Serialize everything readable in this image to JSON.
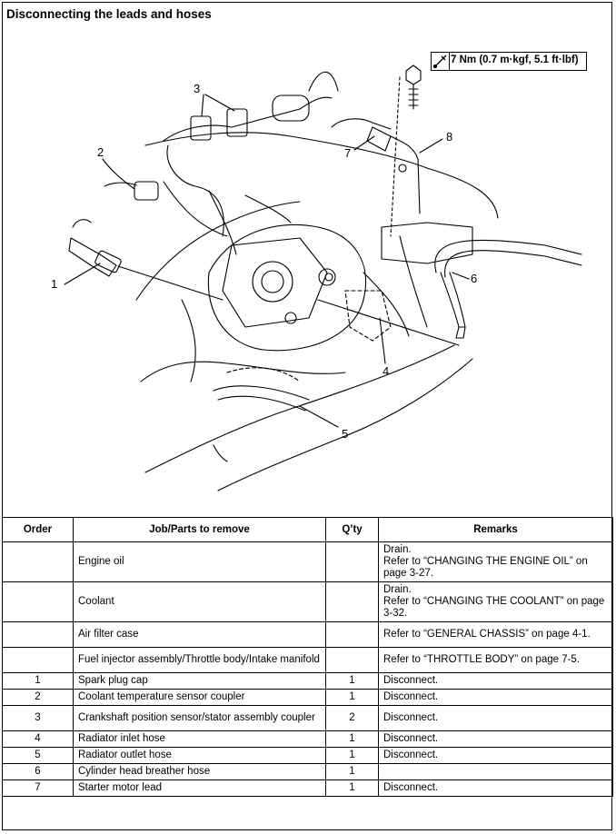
{
  "title": "Disconnecting the leads and hoses",
  "torque_spec": "7 Nm (0.7 m·kgf, 5.1 ft·lbf)",
  "callouts": [
    "1",
    "2",
    "3",
    "4",
    "5",
    "6",
    "7",
    "8"
  ],
  "table": {
    "headers": [
      "Order",
      "Job/Parts to remove",
      "Q’ty",
      "Remarks"
    ],
    "rows": [
      {
        "order": "",
        "part": "Engine oil",
        "qty": "",
        "remarks": "Drain.\nRefer to “CHANGING THE ENGINE OIL” on page 3-27."
      },
      {
        "order": "",
        "part": "Coolant",
        "qty": "",
        "remarks": "Drain.\nRefer to “CHANGING THE COOLANT” on page 3-32."
      },
      {
        "order": "",
        "part": "Air filter case",
        "qty": "",
        "remarks": "Refer to “GENERAL CHASSIS” on page 4-1."
      },
      {
        "order": "",
        "part": "Fuel injector assembly/Throttle body/Intake manifold",
        "qty": "",
        "remarks": "Refer to “THROTTLE BODY” on page 7-5."
      },
      {
        "order": "1",
        "part": "Spark plug cap",
        "qty": "1",
        "remarks": "Disconnect."
      },
      {
        "order": "2",
        "part": "Coolant temperature sensor coupler",
        "qty": "1",
        "remarks": "Disconnect."
      },
      {
        "order": "3",
        "part": "Crankshaft position sensor/stator assembly coupler",
        "qty": "2",
        "remarks": "Disconnect."
      },
      {
        "order": "4",
        "part": "Radiator inlet hose",
        "qty": "1",
        "remarks": "Disconnect."
      },
      {
        "order": "5",
        "part": "Radiator outlet hose",
        "qty": "1",
        "remarks": "Disconnect."
      },
      {
        "order": "6",
        "part": "Cylinder head breather hose",
        "qty": "1",
        "remarks": ""
      },
      {
        "order": "7",
        "part": "Starter motor lead",
        "qty": "1",
        "remarks": "Disconnect."
      }
    ]
  }
}
